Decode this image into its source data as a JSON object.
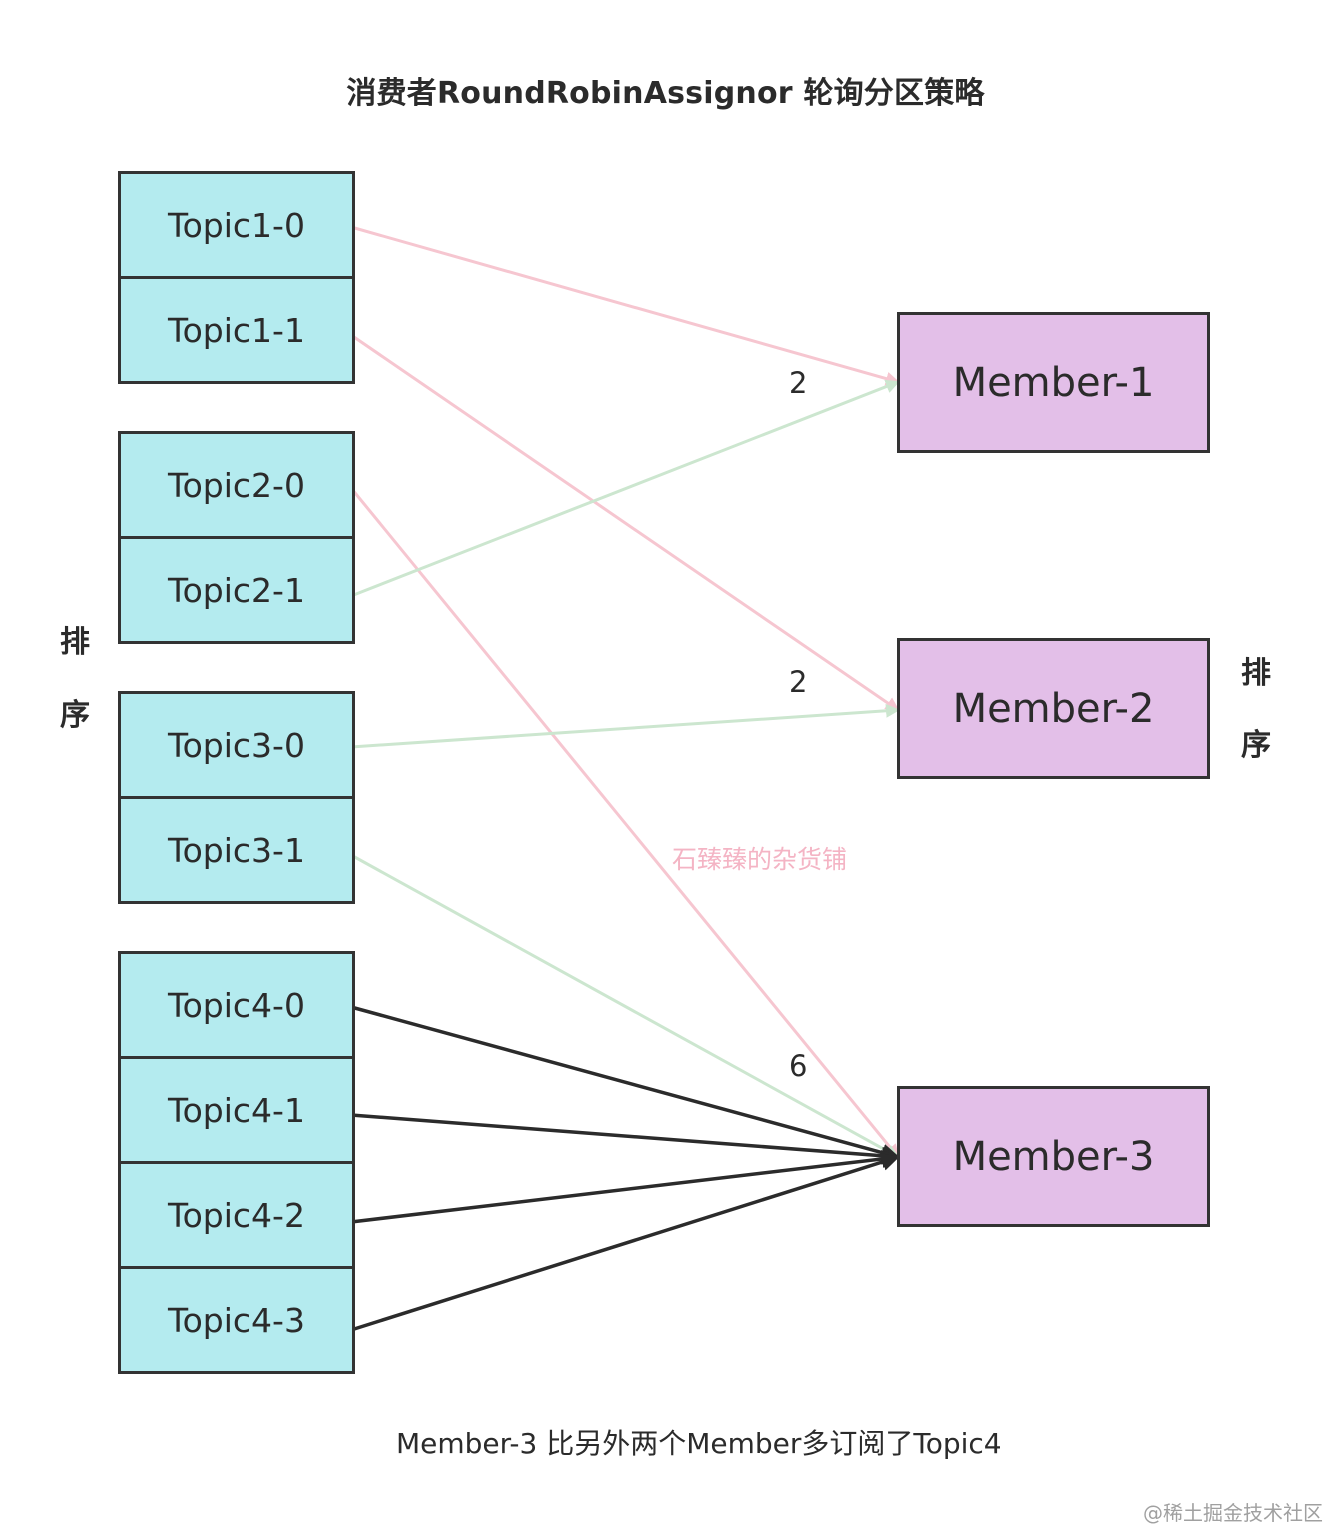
{
  "title": "消费者RoundRobinAssignor 轮询分区策略",
  "topic_groups": [
    {
      "partitions": [
        "Topic1-0",
        "Topic1-1"
      ]
    },
    {
      "partitions": [
        "Topic2-0",
        "Topic2-1"
      ]
    },
    {
      "partitions": [
        "Topic3-0",
        "Topic3-1"
      ]
    },
    {
      "partitions": [
        "Topic4-0",
        "Topic4-1",
        "Topic4-2",
        "Topic4-3"
      ]
    }
  ],
  "members": [
    "Member-1",
    "Member-2",
    "Member-3"
  ],
  "counts": [
    "2",
    "2",
    "6"
  ],
  "sort_label_left": [
    "排",
    "序"
  ],
  "sort_label_right": [
    "排",
    "序"
  ],
  "watermark": "石臻臻的杂货铺",
  "footer": "Member-3 比另外两个Member多订阅了Topic4",
  "credit": "@稀土掘金技术社区",
  "assignments": [
    {
      "from": "Topic1-0",
      "to": "Member-1",
      "color": "pink"
    },
    {
      "from": "Topic1-1",
      "to": "Member-2",
      "color": "pink"
    },
    {
      "from": "Topic2-0",
      "to": "Member-3",
      "color": "pink"
    },
    {
      "from": "Topic2-1",
      "to": "Member-1",
      "color": "green"
    },
    {
      "from": "Topic3-0",
      "to": "Member-2",
      "color": "green"
    },
    {
      "from": "Topic3-1",
      "to": "Member-3",
      "color": "green"
    },
    {
      "from": "Topic4-0",
      "to": "Member-3",
      "color": "dark"
    },
    {
      "from": "Topic4-1",
      "to": "Member-3",
      "color": "dark"
    },
    {
      "from": "Topic4-2",
      "to": "Member-3",
      "color": "dark"
    },
    {
      "from": "Topic4-3",
      "to": "Member-3",
      "color": "dark"
    }
  ],
  "colors": {
    "topic_fill": "#b4ebef",
    "member_fill": "#e3bfe8",
    "pink": "#f6c6d0",
    "green": "#cce6cf",
    "dark": "#2b2b2b",
    "watermark": "#f4b4c4"
  }
}
